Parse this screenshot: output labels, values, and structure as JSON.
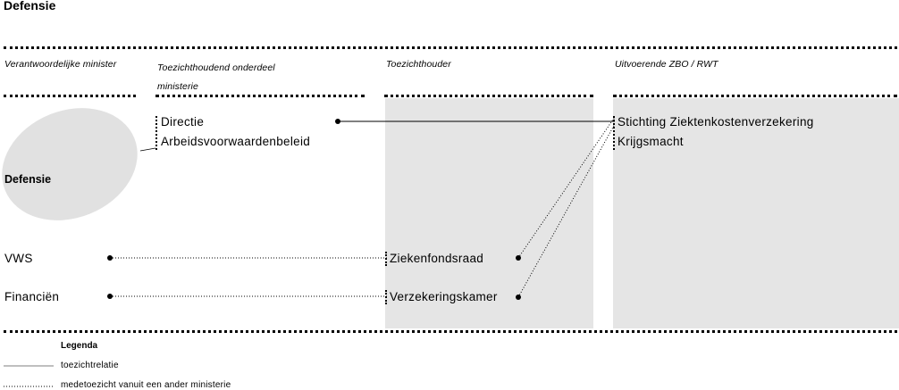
{
  "title": "Defensie",
  "columns": {
    "minister": "Verantwoordelijke minister",
    "onderdeel_line1": "Toezichthoudend onderdeel",
    "onderdeel_line2": "ministerie",
    "toezichthouder": "Toezichthouder",
    "zbo": "Uitvoerende ZBO / RWT"
  },
  "ministers": {
    "defensie": "Defensie",
    "vws": "VWS",
    "financien": "Financiën"
  },
  "onderdeel": {
    "line1": "Directie",
    "line2": "Arbeidsvoorwaardenbeleid"
  },
  "toezichthouders": {
    "ziekenfondsraad": "Ziekenfondsraad",
    "verzekeringskamer": "Verzekeringskamer"
  },
  "zbo": {
    "line1": "Stichting Ziektenkostenverzekering",
    "line2": "Krijgsmacht"
  },
  "legend": {
    "title": "Legenda",
    "solid": "toezichtrelatie",
    "dotted": "medetoezicht vanuit een ander ministerie"
  },
  "colors": {
    "panel": "#e5e5e5",
    "oval": "#e1e1e1",
    "line": "#000000",
    "legend_solid": "#999999"
  }
}
